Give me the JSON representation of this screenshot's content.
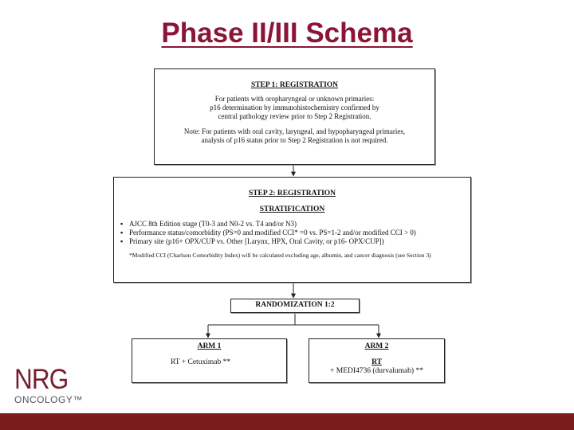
{
  "title": "Phase II/III Schema",
  "step1": {
    "heading": "STEP 1: REGISTRATION",
    "line1": "For patients with oropharyngeal or unknown primaries:",
    "line2": "p16 determination by immunohistochemistry confirmed by",
    "line3": "central pathology review prior to Step 2 Registration.",
    "note1": "Note: For patients with oral cavity, laryngeal, and hypopharyngeal primaries,",
    "note2": "analysis of p16 status prior to Step 2 Registration is not required."
  },
  "step2": {
    "heading": "STEP 2: REGISTRATION",
    "strat_heading": "STRATIFICATION",
    "bullets": [
      "AJCC 8th Edition stage (T0-3 and N0-2 vs. T4 and/or N3)",
      "Performance status/comorbidity (PS=0 and modified CCI* =0 vs. PS=1-2 and/or modified CCI > 0)",
      "Primary site (p16+ OPX/CUP vs. Other [Larynx, HPX, Oral Cavity, or p16- OPX/CUP])"
    ],
    "footnote": "*Modified CCI (Charlson Comorbidity Index) will be calculated excluding age, albumin, and cancer diagnosis (see Section 3)"
  },
  "randomization": "RANDOMIZATION 1:2",
  "arm1": {
    "heading": "ARM 1",
    "text": "RT + Cetuximab **"
  },
  "arm2": {
    "heading": "ARM 2",
    "line1": "RT",
    "line2": "+ MEDI4736 (durvalumab) **"
  },
  "logo": {
    "main": "NRG",
    "sub": "ONCOLOGY™"
  },
  "colors": {
    "title": "#8a1538",
    "footer": "#7a1c1c",
    "logo": "#7a1c2e"
  }
}
